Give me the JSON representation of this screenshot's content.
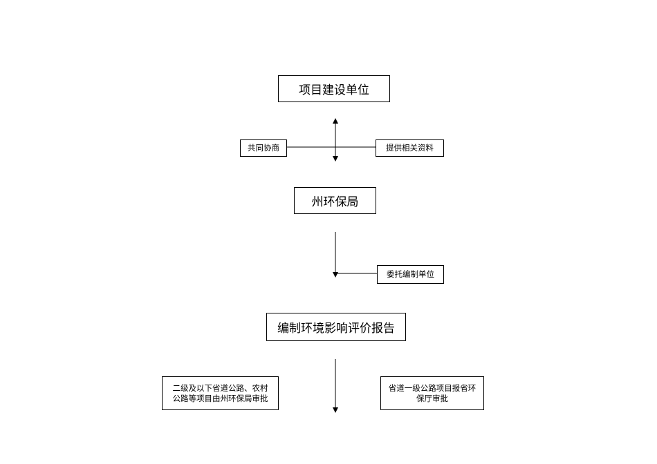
{
  "nodes": {
    "project_unit": "项目建设单位",
    "consult": "共同协商",
    "provide_data": "提供相关资料",
    "state_epb": "州环保局",
    "commission": "委托编制单位",
    "compile_report": "编制环境影响评价报告",
    "lower_roads_line1": "二级及以下省道公路、农村",
    "lower_roads_line2": "公路等项目由州环保局审批",
    "provincial_line1": "省道一级公路项目报省环",
    "provincial_line2": "保厅审批"
  }
}
